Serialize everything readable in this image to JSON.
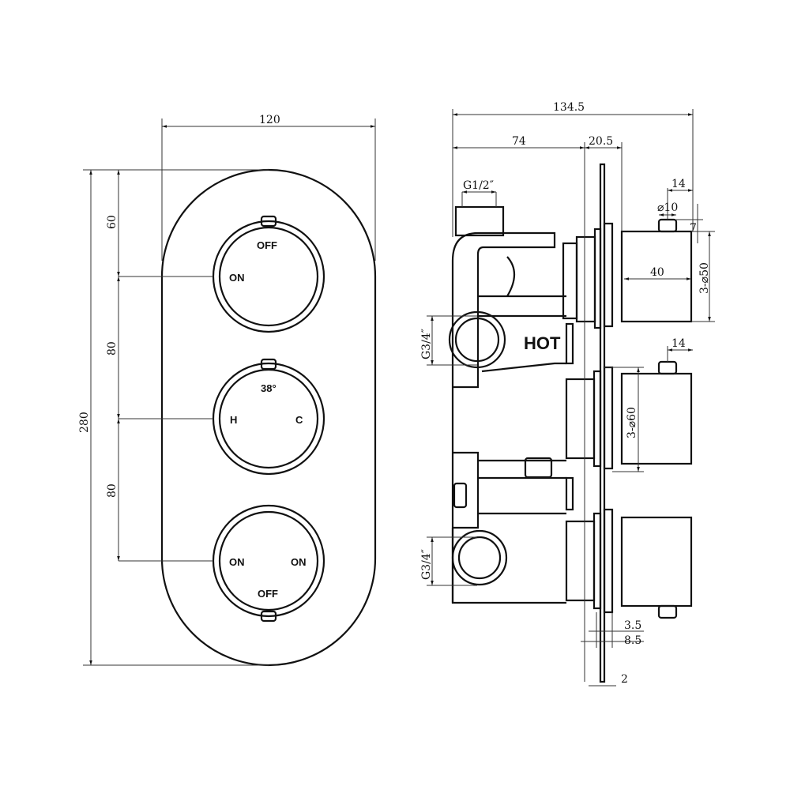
{
  "front_view": {
    "dimensions": {
      "width": "120",
      "height": "280",
      "top_offset": "60",
      "spacing_1": "80",
      "spacing_2": "80"
    },
    "top_knob": {
      "top_label": "OFF",
      "left_label": "ON"
    },
    "middle_knob": {
      "top_label": "38°",
      "left_label": "H",
      "right_label": "C"
    },
    "bottom_knob": {
      "left_label": "ON",
      "right_label": "ON",
      "bottom_label": "OFF"
    }
  },
  "side_view": {
    "dimensions": {
      "overall_depth": "134.5",
      "body_depth": "74",
      "plate_offset": "20.5",
      "top_inlet": "G1/2″",
      "pin_depth_top": "14",
      "pin_diameter": "⌀10",
      "pin_height": "7",
      "knob_length": "40",
      "knob_diameter_top": "3-⌀50",
      "pin_depth_mid": "14",
      "knob_diameter_mid": "3-⌀60",
      "inlet_hot": "G3/4″",
      "inlet_bottom": "G3/4″",
      "flange_1": "3.5",
      "flange_2": "8.5",
      "plate_thickness": "2"
    },
    "hot_label": "HOT"
  }
}
